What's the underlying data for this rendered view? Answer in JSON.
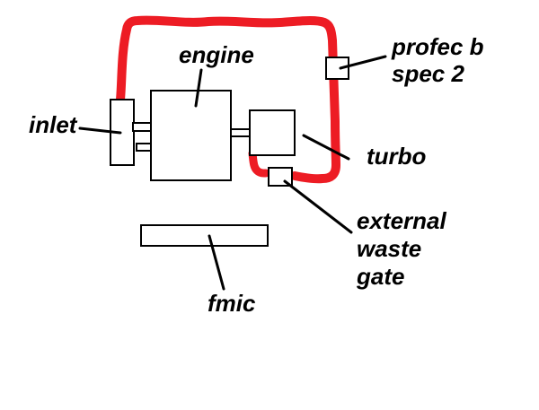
{
  "diagram": {
    "title_implicit": "turbo boost control hose routing diagram",
    "labels": {
      "engine": "engine",
      "inlet": "inlet",
      "turbo": "turbo",
      "profec": "profec b\nspec 2",
      "wastegate": "external\nwaste\ngate",
      "fmic": "fmic"
    },
    "colors": {
      "hose": "#ed1c24",
      "line": "#000000",
      "background": "#ffffff"
    }
  }
}
